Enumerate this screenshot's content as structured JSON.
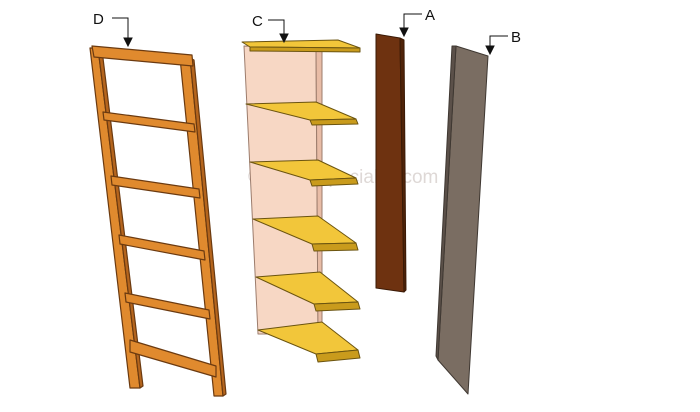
{
  "labels": {
    "d": "D",
    "c": "C",
    "a": "A",
    "b": "B"
  },
  "watermark": "©HowtoSpecialist.com",
  "colors": {
    "frame": "#e08a2e",
    "frame_stroke": "#6b3a10",
    "shelf": "#f2c63a",
    "shelf_stroke": "#6b5410",
    "back_panel": "#f7d7c4",
    "side_panel_a": "#6e3210",
    "side_panel_b": "#7a6d62"
  }
}
